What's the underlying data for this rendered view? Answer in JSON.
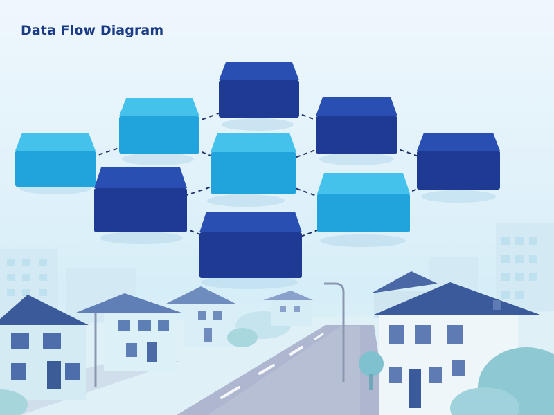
{
  "title": "Data Flow Diagram",
  "colors": {
    "dark_node_top": "#2a4fb2",
    "dark_node_front": "#1e3a93",
    "light_node_top": "#45c2ec",
    "light_node_front": "#21a3dc",
    "connector": "#1e3366",
    "title": "#1c3b86"
  },
  "nodes": [
    {
      "id": "n1",
      "tone": "dark"
    },
    {
      "id": "n2",
      "tone": "light"
    },
    {
      "id": "n3",
      "tone": "dark"
    },
    {
      "id": "n4",
      "tone": "light"
    },
    {
      "id": "n5",
      "tone": "light"
    },
    {
      "id": "n6",
      "tone": "dark"
    },
    {
      "id": "n7",
      "tone": "dark"
    },
    {
      "id": "n8",
      "tone": "light"
    },
    {
      "id": "n9",
      "tone": "dark"
    }
  ],
  "links": [
    {
      "from": "n2",
      "to": "n1"
    },
    {
      "from": "n1",
      "to": "n3"
    },
    {
      "from": "n4",
      "to": "n2"
    },
    {
      "from": "n2",
      "to": "n5"
    },
    {
      "from": "n5",
      "to": "n3"
    },
    {
      "from": "n3",
      "to": "n6"
    },
    {
      "from": "n4",
      "to": "n7"
    },
    {
      "from": "n7",
      "to": "n5"
    },
    {
      "from": "n5",
      "to": "n8"
    },
    {
      "from": "n8",
      "to": "n6"
    },
    {
      "from": "n7",
      "to": "n9"
    },
    {
      "from": "n9",
      "to": "n8"
    }
  ]
}
